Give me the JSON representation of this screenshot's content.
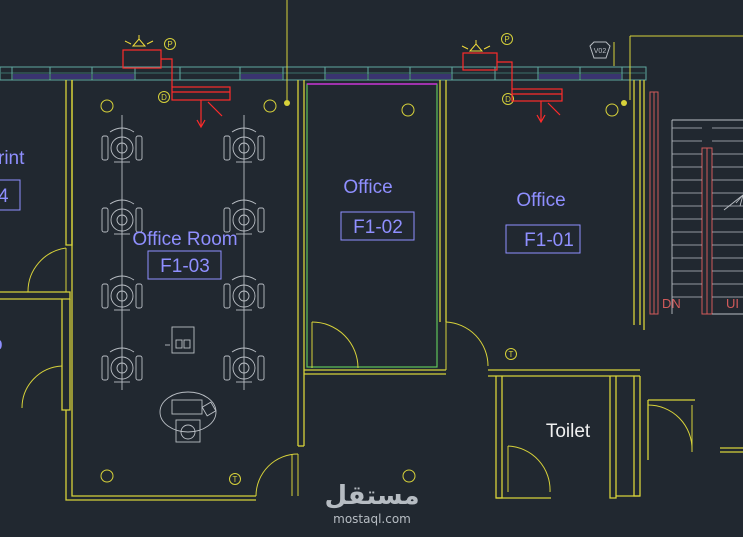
{
  "rooms": [
    {
      "name": "Office Room",
      "code": "F1-03"
    },
    {
      "name": "Office",
      "code": "F1-02"
    },
    {
      "name": "Office",
      "code": "F1-01"
    },
    {
      "name": "Toilet"
    }
  ],
  "partial_labels": {
    "print_room": "rint",
    "print_code": "4",
    "left_fragment": "o"
  },
  "stair_labels": {
    "down": "DN",
    "up": "UI"
  },
  "symbol_tags": {
    "panel": "P",
    "detector": "D",
    "thermostat": "T",
    "valve": "V02"
  },
  "watermark": {
    "logo": "مستقل",
    "url": "mostaql.com"
  },
  "colors": {
    "background": "#212830",
    "wall": "#d7d23a",
    "wall_green": "#5fc45a",
    "room_text": "#8f8fff",
    "equipment": "#ff2b2b",
    "furniture": "#b9bec4",
    "stair": "#d15a5a",
    "magenta_line": "#c52cd4"
  }
}
